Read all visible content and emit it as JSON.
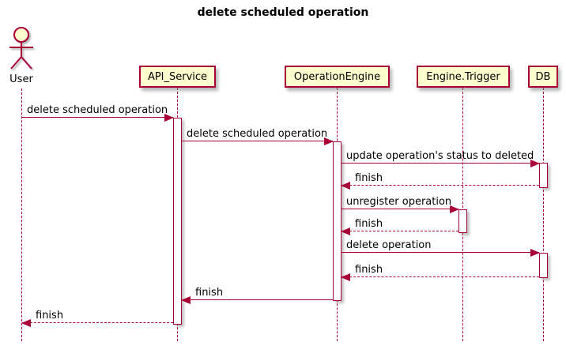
{
  "title": "delete scheduled operation",
  "colors": {
    "stroke": "#A80036",
    "participant_fill": "#FEFECE",
    "activation_fill": "#FFFFFF",
    "text": "#000000",
    "background": "#FFFFFF"
  },
  "actor": {
    "label": "User",
    "type": "actor"
  },
  "participants": [
    {
      "label": "API_Service"
    },
    {
      "label": "OperationEngine"
    },
    {
      "label": "Engine.Trigger"
    },
    {
      "label": "DB"
    }
  ],
  "messages": [
    {
      "from": "User",
      "to": "API_Service",
      "label": "delete scheduled operation",
      "line": "solid",
      "direction": "right"
    },
    {
      "from": "API_Service",
      "to": "OperationEngine",
      "label": "delete scheduled operation",
      "line": "solid",
      "direction": "right"
    },
    {
      "from": "OperationEngine",
      "to": "DB",
      "label": "update operation's status to deleted",
      "line": "solid",
      "direction": "right"
    },
    {
      "from": "DB",
      "to": "OperationEngine",
      "label": "finish",
      "line": "dashed",
      "direction": "left"
    },
    {
      "from": "OperationEngine",
      "to": "Engine.Trigger",
      "label": "unregister operation",
      "line": "solid",
      "direction": "right"
    },
    {
      "from": "Engine.Trigger",
      "to": "OperationEngine",
      "label": "finish",
      "line": "dashed",
      "direction": "left"
    },
    {
      "from": "OperationEngine",
      "to": "DB",
      "label": "delete operation",
      "line": "solid",
      "direction": "right"
    },
    {
      "from": "DB",
      "to": "OperationEngine",
      "label": "finish",
      "line": "dashed",
      "direction": "left"
    },
    {
      "from": "OperationEngine",
      "to": "API_Service",
      "label": "finish",
      "line": "solid",
      "direction": "left"
    },
    {
      "from": "API_Service",
      "to": "User",
      "label": "finish",
      "line": "dashed",
      "direction": "left"
    }
  ]
}
